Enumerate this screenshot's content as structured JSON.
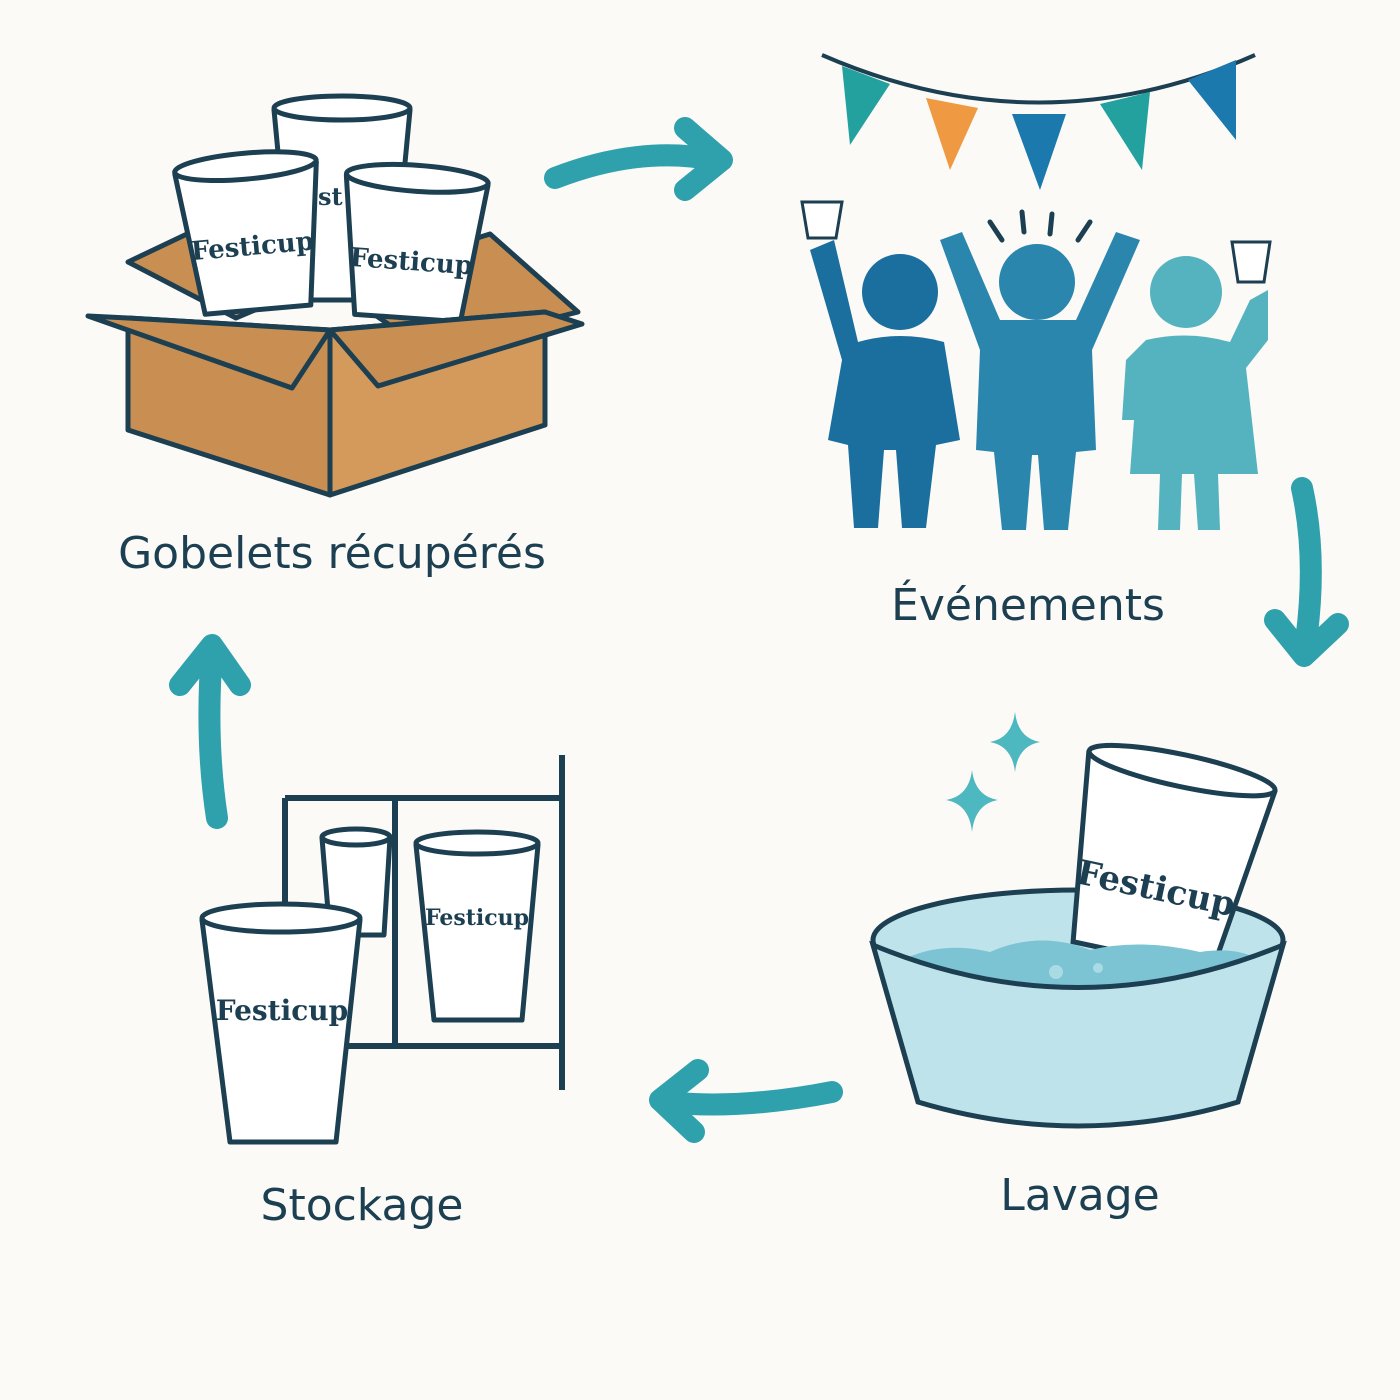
{
  "colors": {
    "background": "#fbfaf7",
    "outline": "#1c3f52",
    "arrow": "#2fa1ad",
    "box": "#c98f52",
    "box_side": "#d49a5c",
    "cup": "#ffffff",
    "water": "#7cc3d3",
    "basin": "#bfe3ea",
    "person_dark": "#1a6f9e",
    "person_mid": "#2b86ae",
    "person_light": "#55b3c0",
    "flag_teal": "#23a19f",
    "flag_orange": "#ef9a43",
    "flag_blue": "#1b79ad",
    "sparkle": "#4db8c0"
  },
  "stages": [
    {
      "id": "gobelets",
      "label": "Gobelets récupérés",
      "icon": "box-of-cups-icon"
    },
    {
      "id": "evenements",
      "label": "Événements",
      "icon": "celebrating-people-icon"
    },
    {
      "id": "lavage",
      "label": "Lavage",
      "icon": "washing-basin-icon"
    },
    {
      "id": "stockage",
      "label": "Stockage",
      "icon": "storage-shelf-icon"
    }
  ],
  "cup_brand": "Festicup",
  "box_center_cup_partial": "st",
  "arrows": [
    {
      "from": "gobelets",
      "to": "evenements",
      "icon": "arrow-right-icon"
    },
    {
      "from": "evenements",
      "to": "lavage",
      "icon": "arrow-down-icon"
    },
    {
      "from": "lavage",
      "to": "stockage",
      "icon": "arrow-left-icon"
    },
    {
      "from": "stockage",
      "to": "gobelets",
      "icon": "arrow-up-icon"
    }
  ]
}
